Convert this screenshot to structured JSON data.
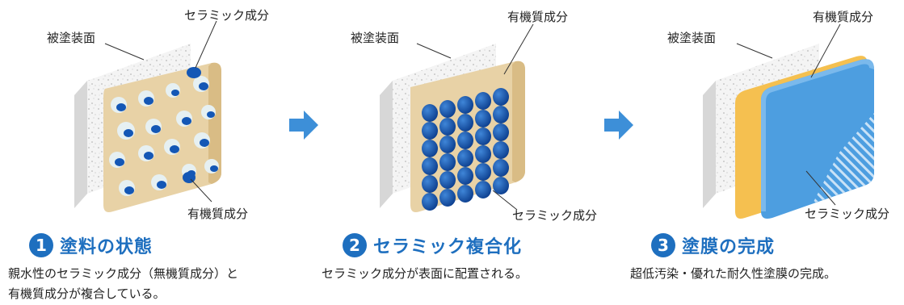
{
  "panels": [
    {
      "substrate_label": "被塗装面",
      "upper_label": "セラミック成分",
      "lower_label": "有機質成分",
      "step_number": "1",
      "step_title": "塗料の状態",
      "desc_lines": [
        "親水性のセラミック成分（無機質成分）と",
        "有機質成分が複合している。"
      ]
    },
    {
      "substrate_label": "被塗装面",
      "upper_label": "有機質成分",
      "lower_label": "セラミック成分",
      "step_number": "2",
      "step_title": "セラミック複合化",
      "desc_lines": [
        "セラミック成分が表面に配置される。"
      ]
    },
    {
      "substrate_label": "被塗装面",
      "upper_label": "有機質成分",
      "lower_label": "セラミック成分",
      "step_number": "3",
      "step_title": "塗膜の完成",
      "desc_lines": [
        "超低汚染・優れた耐久性塗膜の完成。"
      ]
    }
  ],
  "colors": {
    "accent": "#1e6fbf",
    "arrow": "#3d8fd8",
    "ceramic": "#1457b5",
    "organic_beige": "#e8d2a6",
    "film_yellow": "#f5c050",
    "film_blue": "#4d9ee0"
  }
}
